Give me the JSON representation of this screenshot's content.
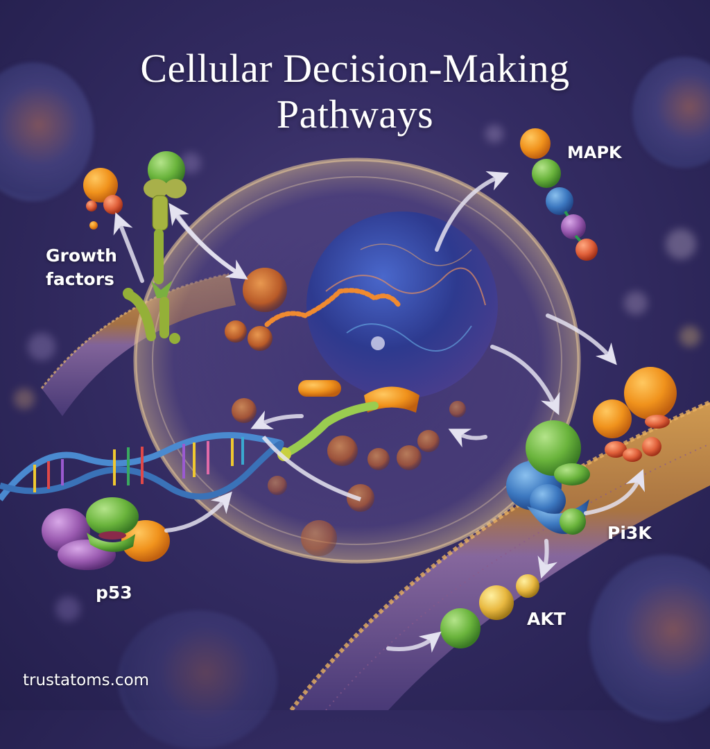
{
  "title": {
    "line1": "Cellular Decision-Making",
    "line2": "Pathways"
  },
  "labels": {
    "growth_factors_line1": "Growth",
    "growth_factors_line2": "factors",
    "mapk": "MAPK",
    "p53": "p53",
    "pi3k": "Pi3K",
    "akt": "AKT"
  },
  "watermark": "trustatoms.com",
  "colors": {
    "background": "#2e2860",
    "nucleus": "#3a4aa0",
    "membrane": "#c88a48",
    "orange_protein": "#f2961e",
    "green_protein": "#7cc04a",
    "blue_protein": "#4a86c8",
    "purple_protein": "#9a62b0",
    "red_protein": "#e0603a",
    "arrow": "#e4e2f0"
  }
}
